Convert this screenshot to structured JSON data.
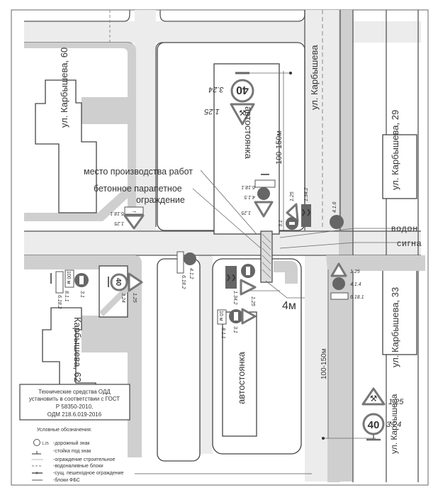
{
  "streets": {
    "karbysheva_north": "ул. Карбышева",
    "karbysheva_60": "ул. Карбышева, 60",
    "karbysheva_29": "ул. Карбышева, 29",
    "karbysheva_62": "Карбышева, 62",
    "karbysheva_33": "ул. Карбышева, 33",
    "karbysheva_south": "ул. Карбышева"
  },
  "labels": {
    "work_site": "место производства работ",
    "barrier_line1": "бетонное парапетное",
    "barrier_line2": "ограждение",
    "parking_north": "автостоянка",
    "parking_south": "автостоянка",
    "water": "водон",
    "signal": "сигна",
    "width_4m": "4м",
    "dist_north": "100-150м",
    "dist_south": "100-150м"
  },
  "signs": {
    "s1": {
      "code": "1.25",
      "speed_code": "3.24",
      "speed": "40"
    },
    "s2": {
      "code_turn": "4.1.5",
      "code_plate": "6.18.1",
      "code_work": "1.25"
    },
    "s3": {
      "code_work": "1.25",
      "code_chevron": "1.34.2",
      "code_noentry": "3.1",
      "code_dir": "4.1.6"
    },
    "s4": {
      "code_work": "1.25",
      "code_dir": "4.1.4",
      "code_plate": "6.18.1"
    },
    "s5": {
      "code_work": "1.25",
      "code_chevron": "1.34.2",
      "code_noentry": "3.1",
      "code_dist": "8.1.1",
      "dist_value": "10 м"
    },
    "s6": {
      "code_noentry": "3.1",
      "code_dist": "8.1.1",
      "code_plate": "6.18.2",
      "dist_value": "100 м"
    },
    "s7": {
      "code_speed": "3.24",
      "speed": "40",
      "code_work": "1.25"
    },
    "s8": {
      "code_turn": "4.1.2",
      "code_plate": "6.18.2"
    },
    "s9": {
      "code_plate": "6.18.1",
      "code_work": "1.25"
    },
    "s10": {
      "code_work": "1.25",
      "code_speed": "3.24",
      "speed": "40"
    }
  },
  "note": {
    "line1": "Технические средства ОДД",
    "line2": "установить в соответствии с ГОСТ",
    "line3": "Р 58350-2010,",
    "line4": "ОДМ 218.6.019-2016"
  },
  "legend": {
    "title": "Условные обозначения:",
    "items": [
      {
        "symbol": "1.25",
        "label": "-дорожный знак"
      },
      {
        "symbol": "post",
        "label": "-стойка под знак"
      },
      {
        "symbol": "line-dotted",
        "label": "-ограждение строительное"
      },
      {
        "symbol": "line-dashed",
        "label": "-водоналивные блоки"
      },
      {
        "symbol": "line-arrow",
        "label": "-сущ. пешеходное ограждение"
      },
      {
        "symbol": "line-solid",
        "label": "-блоки ФБС"
      }
    ]
  }
}
